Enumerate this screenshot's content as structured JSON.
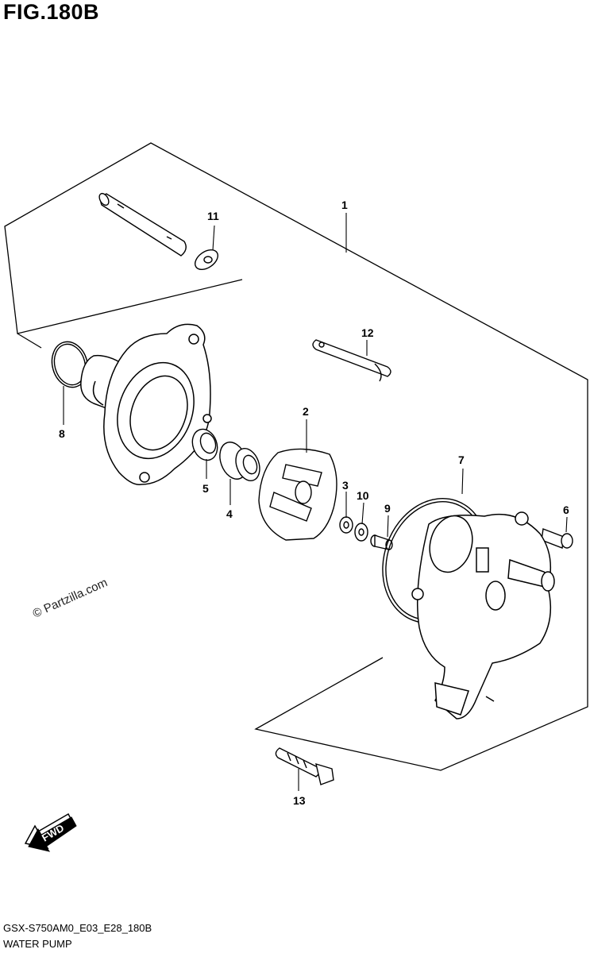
{
  "figure": {
    "title": "FIG.180B"
  },
  "callouts": [
    "1",
    "2",
    "3",
    "4",
    "5",
    "6",
    "7",
    "8",
    "9",
    "10",
    "11",
    "12",
    "13"
  ],
  "watermark": "© Partzilla.com",
  "fwd": "FWD",
  "footer": {
    "code": "GSX-S750AM0_E03_E28_180B",
    "name": "WATER PUMP"
  }
}
